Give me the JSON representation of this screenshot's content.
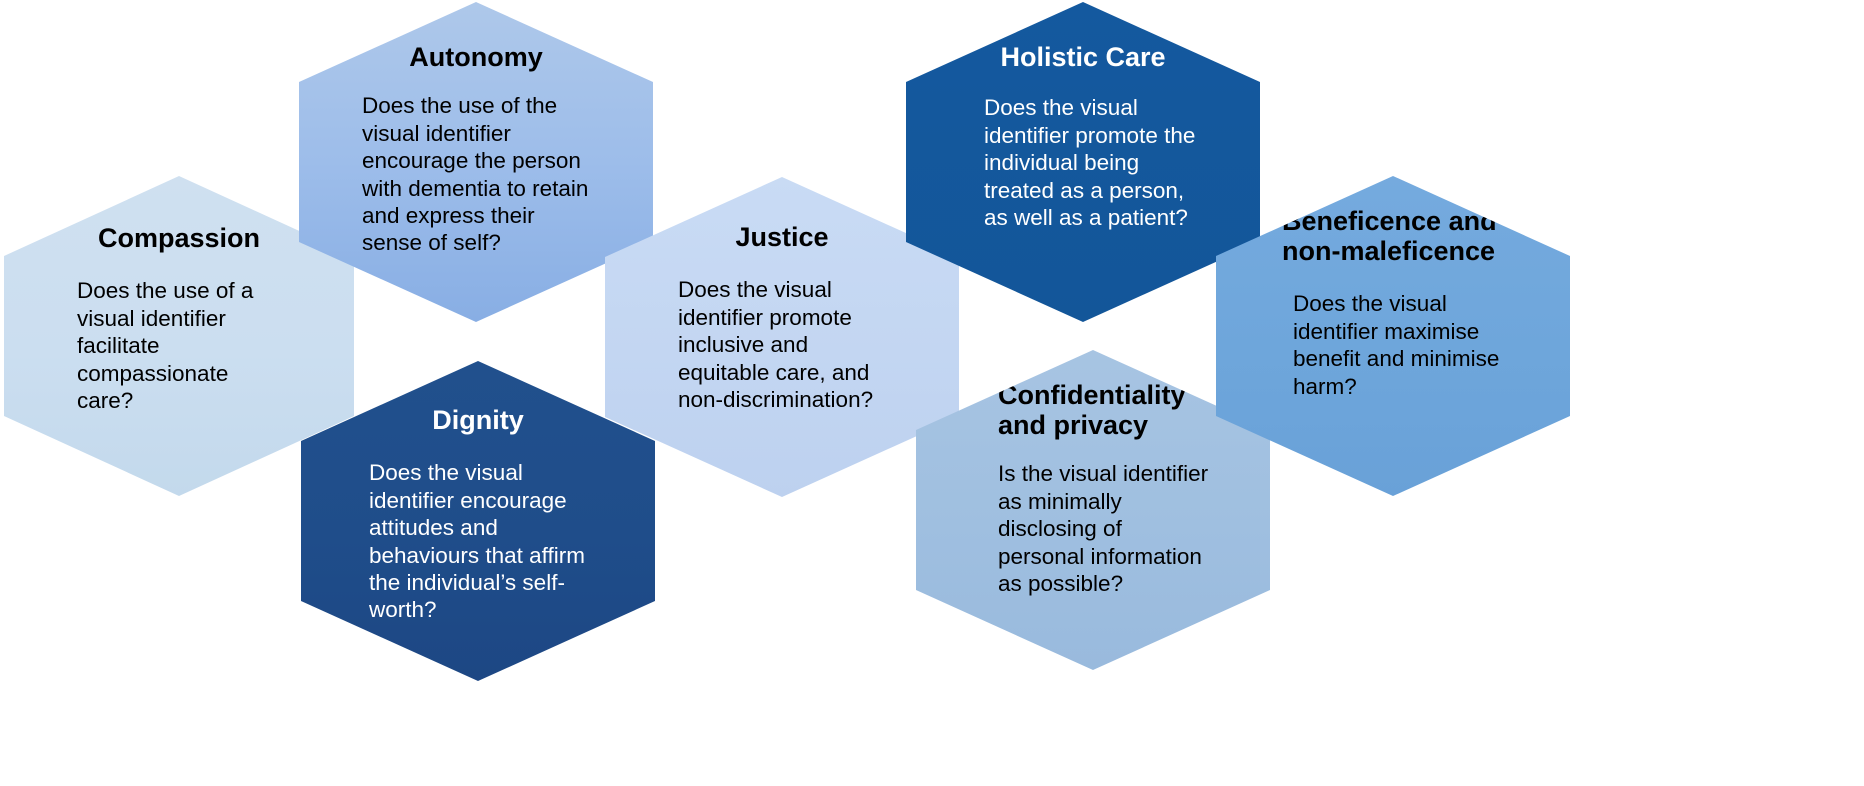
{
  "diagram": {
    "type": "honeycomb-hexagon-framework",
    "background_color": "#ffffff",
    "cells": [
      {
        "id": "compassion",
        "title": "Compassion",
        "body": "Does the use of a visual identifier facilitate compassionate care?",
        "fill_color": "#cbdef0",
        "text_color": "#000000"
      },
      {
        "id": "autonomy",
        "title": "Autonomy",
        "body": "Does the use of the visual identifier encourage the person with dementia to retain and express their sense of self?",
        "fill_color": "#9dbdea",
        "text_color": "#000000"
      },
      {
        "id": "dignity",
        "title": "Dignity",
        "body": "Does the visual identifier encourage attitudes and behaviours that affirm the individual’s self-worth?",
        "fill_color": "#1f4d8a",
        "text_color": "#ffffff"
      },
      {
        "id": "justice",
        "title": "Justice",
        "body": "Does the visual identifier promote inclusive and equitable care, and non-discrimination?",
        "fill_color": "#c3d6f2",
        "text_color": "#000000"
      },
      {
        "id": "holistic-care",
        "title": "Holistic Care",
        "body": "Does the visual identifier promote the individual being treated as a person, as well as a patient?",
        "fill_color": "#14599f",
        "text_color": "#ffffff"
      },
      {
        "id": "confidentiality-and-privacy",
        "title": "Confidentiality and privacy",
        "body": "Is the visual identifier as minimally disclosing of personal information as possible?",
        "fill_color": "#9fbfe0",
        "text_color": "#000000"
      },
      {
        "id": "beneficence-and-non-maleficence",
        "title": "Beneficence and non-maleficence",
        "body": "Does the visual identifier maximise benefit and minimise harm?",
        "fill_color": "#6ea6db",
        "text_color": "#000000"
      }
    ]
  }
}
